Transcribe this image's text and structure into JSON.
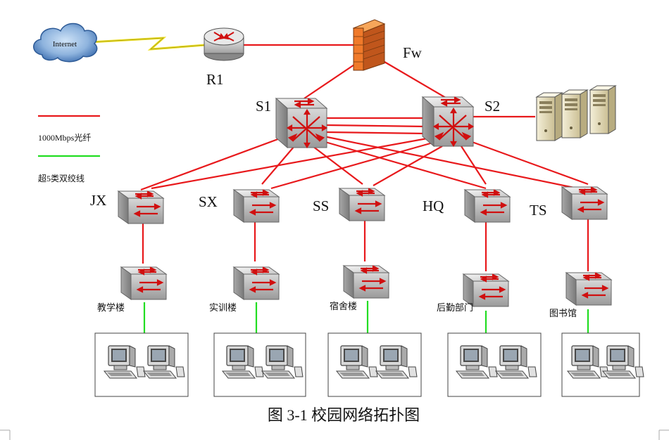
{
  "labels": {
    "internet": "Internet",
    "r1": "R1",
    "fw": "Fw",
    "s1": "S1",
    "s2": "S2",
    "jx": "JX",
    "sx": "SX",
    "ss": "SS",
    "hq": "HQ",
    "ts": "TS"
  },
  "buildings": [
    "教学楼",
    "实训楼",
    "宿舍楼",
    "后勤部门",
    "图书馆"
  ],
  "legend": {
    "fiber": "1000Mbps光纤",
    "cable": "超5类双绞线"
  },
  "caption": "图 3-1  校园网络拓扑图",
  "colors": {
    "fiber": "#e8191c",
    "cable": "#22dd22",
    "lightning": "#f0e020",
    "firewall": "#f07a2a",
    "switch_arrow": "#d01010",
    "cloud": "#3e6fb0"
  }
}
